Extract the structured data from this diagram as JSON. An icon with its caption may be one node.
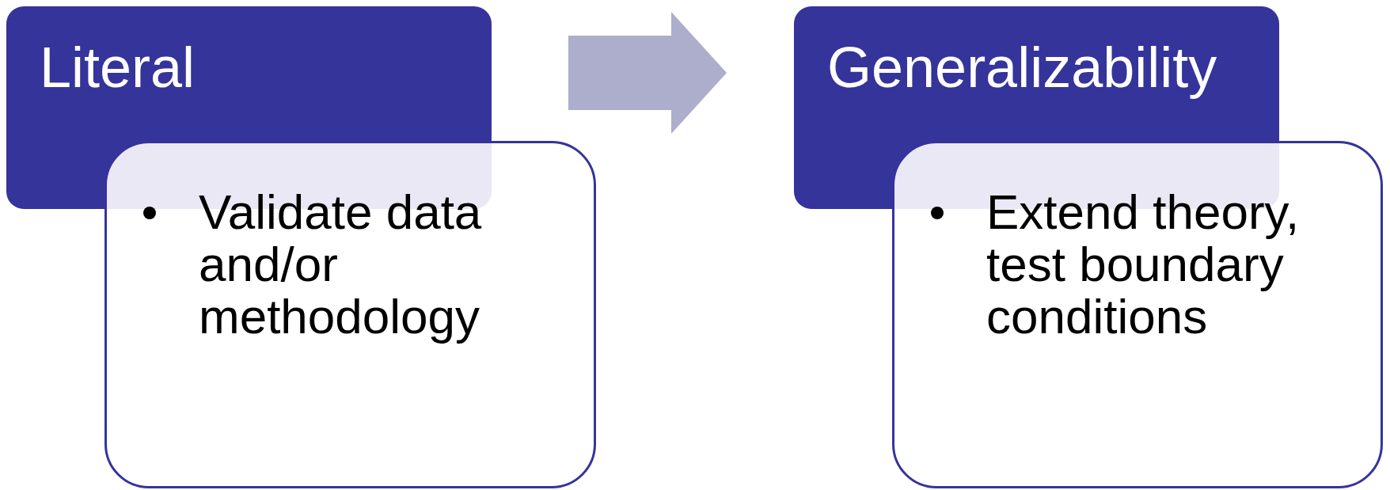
{
  "diagram": {
    "nodes": [
      {
        "text": [
          "Literal"
        ]
      },
      {
        "text": [
          "Validate data and/or methodology"
        ]
      },
      {
        "text": [
          "Generalizability"
        ]
      },
      {
        "text": [
          "Extend theory, test boundary conditions"
        ]
      }
    ],
    "edges": [
      {
        "from": 0,
        "to": 2,
        "arrow": "to"
      }
    ]
  }
}
